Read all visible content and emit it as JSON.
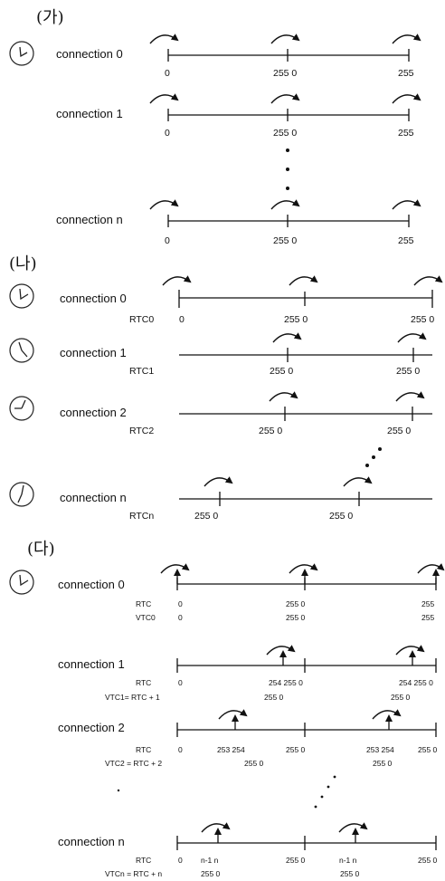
{
  "sections": [
    {
      "id": "ga",
      "title": "(가)"
    },
    {
      "id": "na",
      "title": "(나)"
    },
    {
      "id": "da",
      "title": "(다)"
    }
  ],
  "ga": {
    "rows": [
      {
        "label": "connection 0",
        "ticks": [
          "0",
          "255 0",
          "255"
        ]
      },
      {
        "label": "connection 1",
        "ticks": [
          "0",
          "255 0",
          "255"
        ]
      },
      {
        "label": "connection n",
        "ticks": [
          "0",
          "255 0",
          "255"
        ]
      }
    ]
  },
  "na": {
    "rows": [
      {
        "label": "connection 0",
        "sub": "RTC0",
        "ticks": [
          "0",
          "255 0",
          "255 0"
        ]
      },
      {
        "label": "connection 1",
        "sub": "RTC1",
        "ticks": [
          "255 0",
          "255 0"
        ]
      },
      {
        "label": "connection 2",
        "sub": "RTC2",
        "ticks": [
          "255 0",
          "255 0"
        ]
      },
      {
        "label": "connection n",
        "sub": "RTCn",
        "ticks": [
          "255 0",
          "255 0"
        ]
      }
    ]
  },
  "da": {
    "rows": [
      {
        "label": "connection 0",
        "rtc_label": "RTC",
        "vtc_label": "VTC0",
        "rtc_ticks": [
          "0",
          "255 0",
          "255"
        ],
        "vtc_ticks": [
          "0",
          "255 0",
          "255"
        ]
      },
      {
        "label": "connection 1",
        "rtc_label": "RTC",
        "vtc_label": "VTC1= RTC + 1",
        "rtc_ticks": [
          "0",
          "254 255 0",
          "254 255 0"
        ],
        "vtc_ticks": [
          "255 0",
          "255 0"
        ]
      },
      {
        "label": "connection 2",
        "rtc_label": "RTC",
        "vtc_label": "VTC2 = RTC + 2",
        "rtc_ticks": [
          "0",
          "253 254",
          "255 0",
          "253 254",
          "255 0"
        ],
        "vtc_ticks": [
          "255 0",
          "255 0"
        ]
      },
      {
        "label": "connection n",
        "rtc_label": "RTC",
        "vtc_label": "VTCn = RTC + n",
        "rtc_ticks": [
          "0",
          "n-1 n",
          "255 0",
          "n-1 n",
          "255 0"
        ],
        "vtc_ticks": [
          "255 0",
          "255 0"
        ]
      }
    ]
  }
}
